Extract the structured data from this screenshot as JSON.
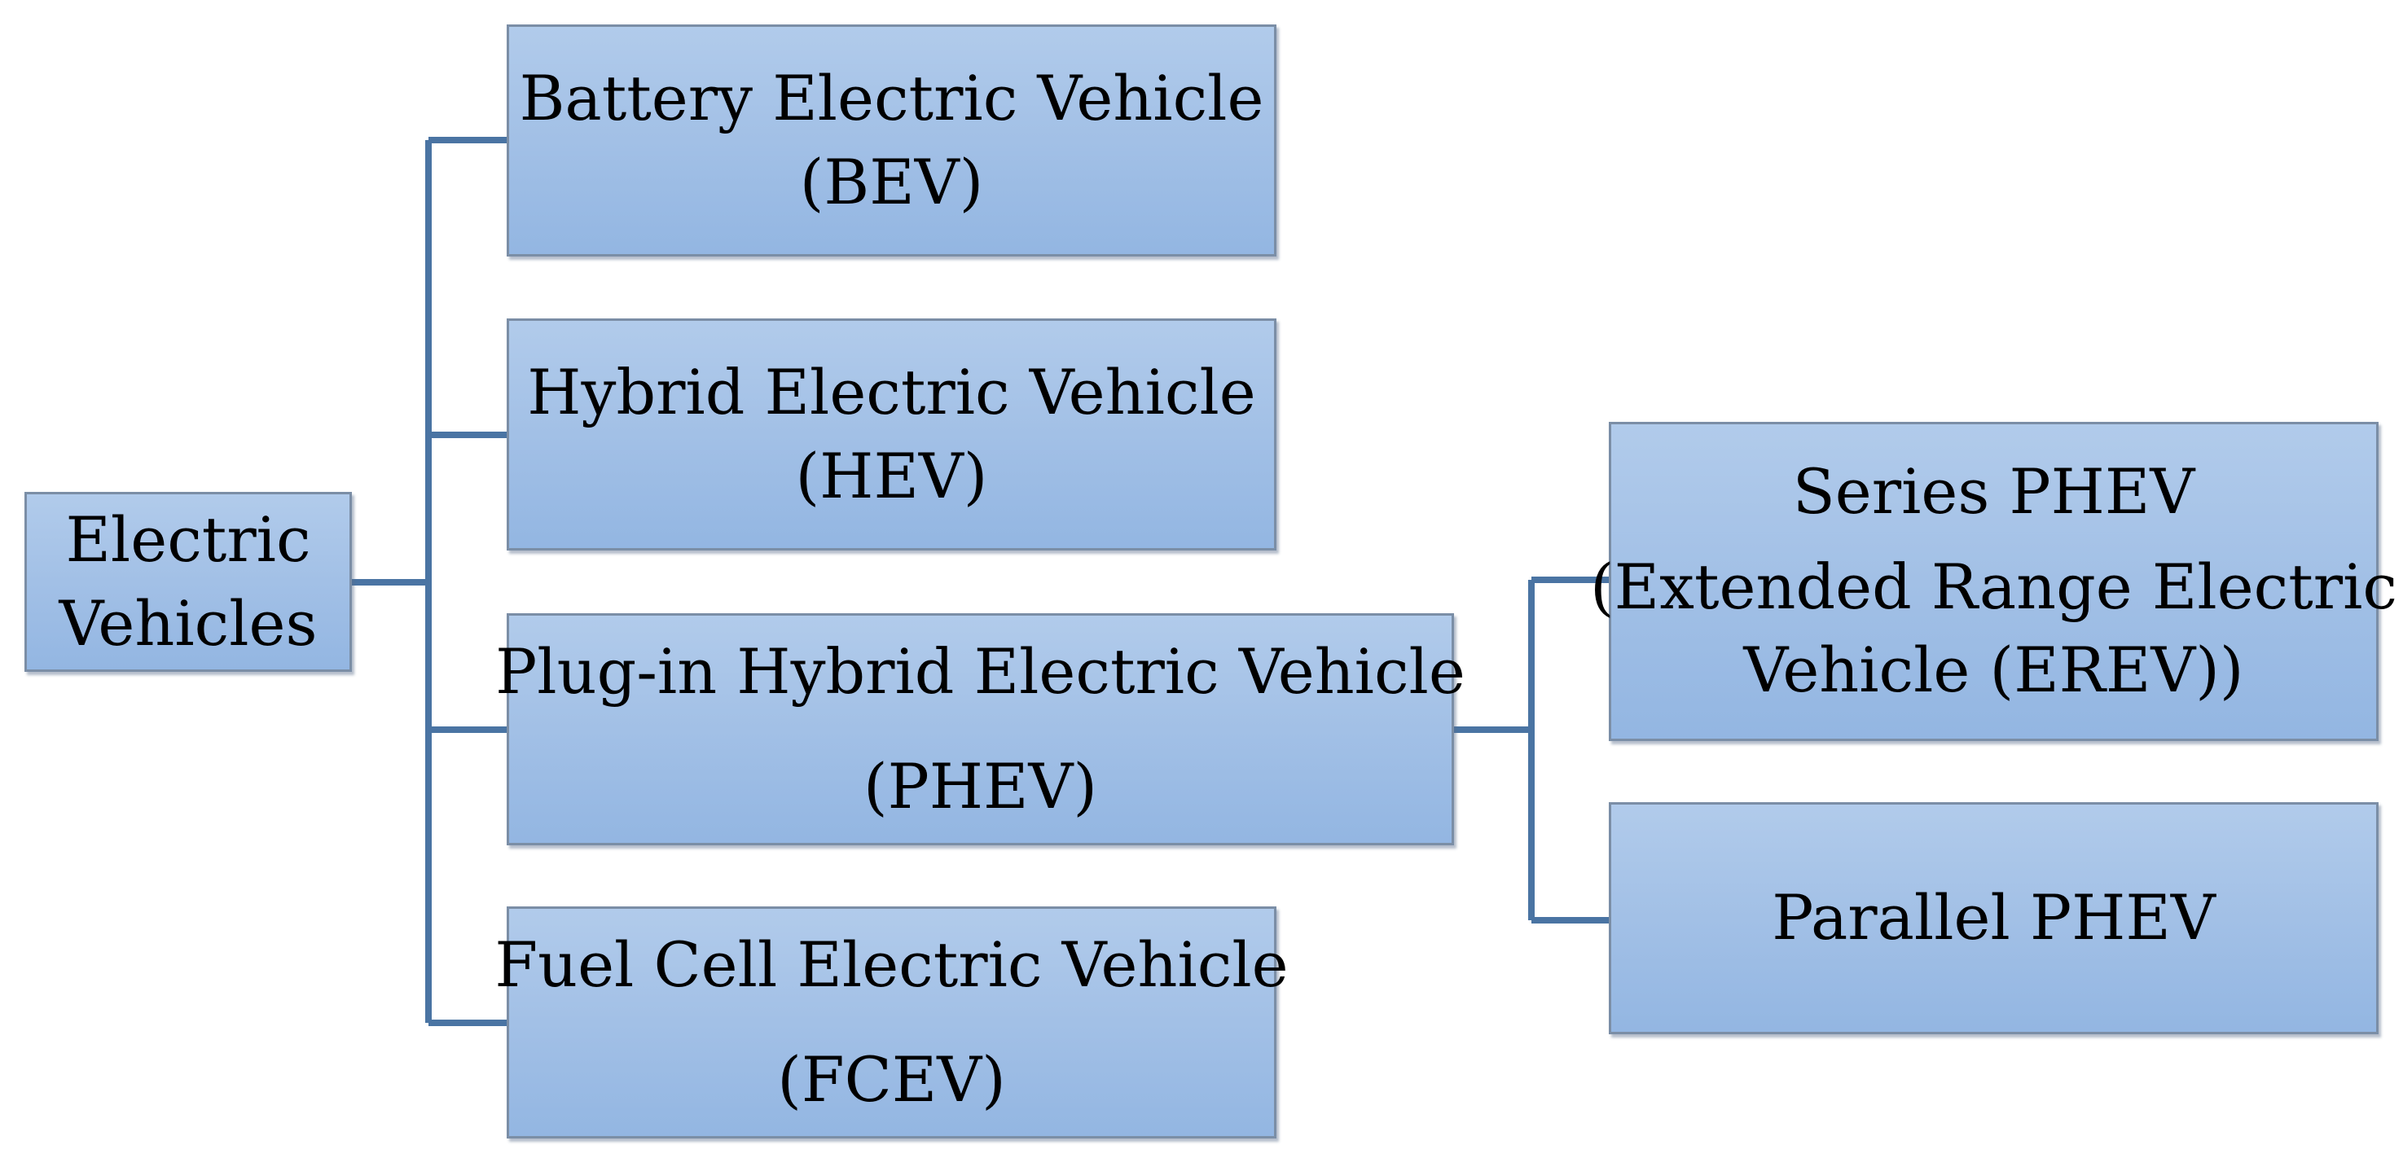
{
  "diagram": {
    "root": {
      "line1": "Electric",
      "line2": "Vehicles"
    },
    "bev": {
      "line1": "Battery Electric Vehicle",
      "line2": "(BEV)"
    },
    "hev": {
      "line1": "Hybrid Electric Vehicle",
      "line2": "(HEV)"
    },
    "phev": {
      "line1": "Plug-in Hybrid Electric Vehicle",
      "line2": "(PHEV)"
    },
    "fcev": {
      "line1": "Fuel Cell Electric Vehicle",
      "line2": "(FCEV)"
    },
    "series_phev": {
      "line1": "Series PHEV",
      "line2": "(Extended Range Electric",
      "line3": "Vehicle (EREV))"
    },
    "parallel_phev": {
      "line1": "Parallel PHEV"
    }
  },
  "colors": {
    "box_fill_top": "#b1cbeb",
    "box_fill_bottom": "#93b6e2",
    "box_border": "#7b8ea6",
    "connector": "#4a74a3"
  }
}
